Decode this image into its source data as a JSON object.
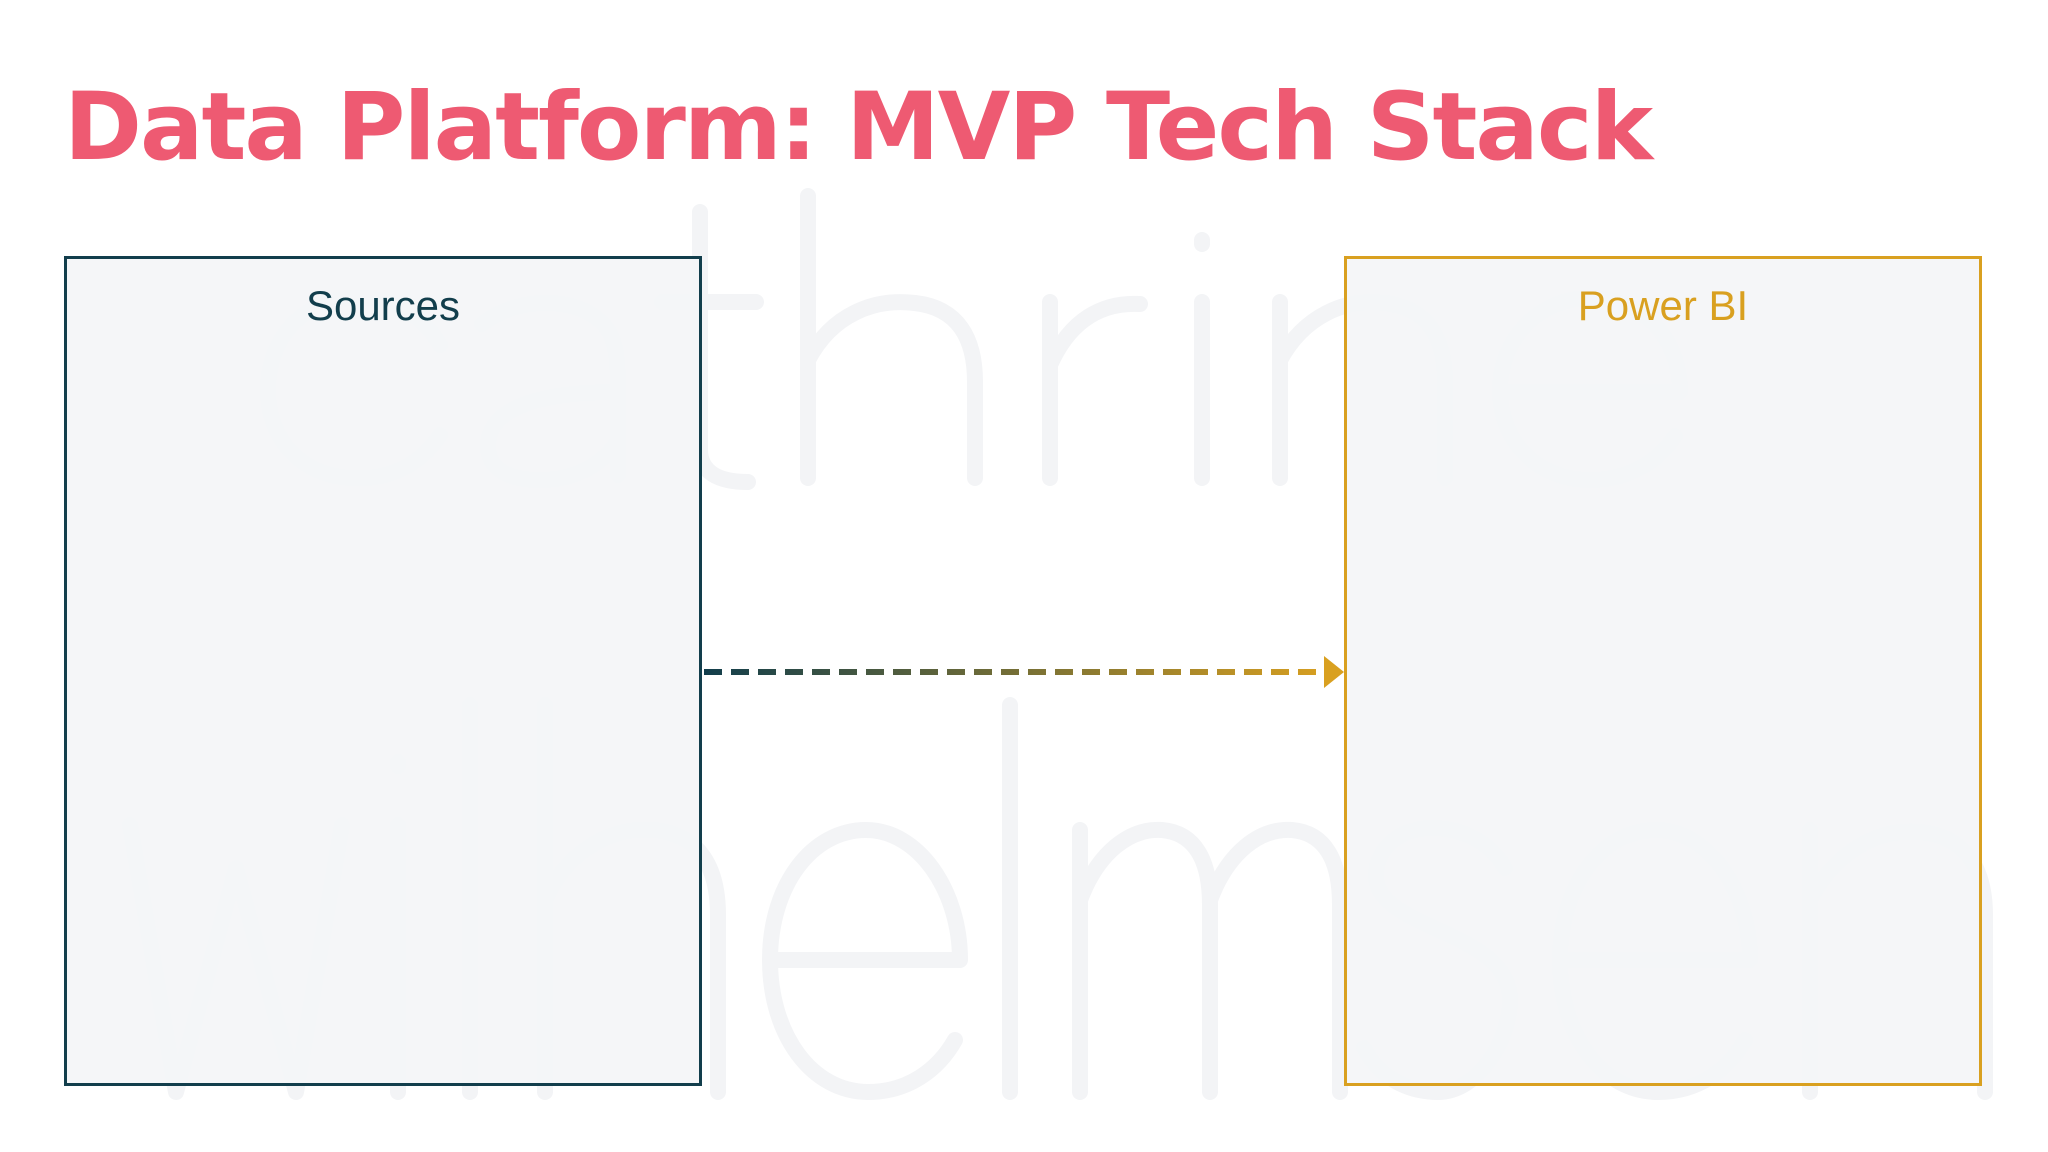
{
  "slide": {
    "title": "Data Platform: MVP Tech Stack",
    "watermark": "cathrine wilhelmsen"
  },
  "boxes": [
    {
      "label": "Sources",
      "color": "#123e4c"
    },
    {
      "label": "Power BI",
      "color": "#d9a020"
    }
  ],
  "connector": {
    "from": "Sources",
    "to": "Power BI",
    "style": "dashed-arrow",
    "start_color": "#123e4c",
    "end_color": "#d9a020"
  },
  "colors": {
    "title": "#ee5a72",
    "background": "#ffffff",
    "box_fill": "#f4f5f7",
    "watermark": "#f3f4f6"
  }
}
